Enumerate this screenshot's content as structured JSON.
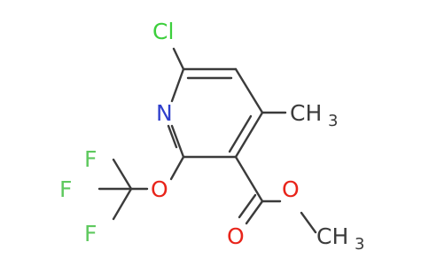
{
  "colors": {
    "bond": "#3b3b3b",
    "chlorine": "#3dcf3d",
    "nitrogen": "#2f3fcc",
    "oxygen": "#e8241a",
    "fluorine": "#5ec95e",
    "carbon": "#3b3b3b"
  },
  "atoms": {
    "cl": "Cl",
    "n": "N",
    "o_ether": "O",
    "o_carbonyl": "O",
    "o_ester": "O",
    "f1": "F",
    "f2": "F",
    "f3": "F",
    "ch3_ring_c": "CH",
    "ch3_ring_sub": "3",
    "ch3_ester_c": "CH",
    "ch3_ester_sub": "3"
  }
}
